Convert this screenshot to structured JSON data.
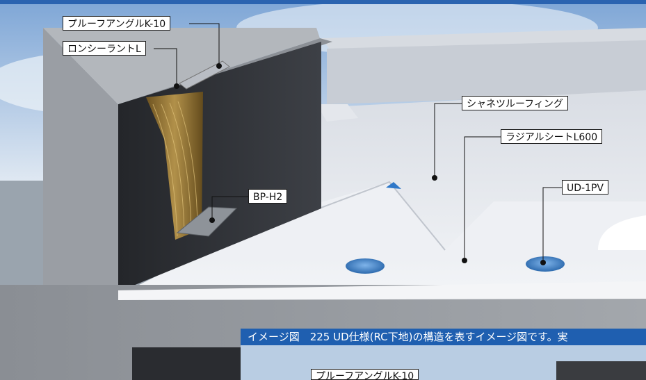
{
  "labels": {
    "proof_angle": "プルーフアングルK-10",
    "sealant": "ロンシーラントL",
    "sheet_roofing": "シャネツルーフィング",
    "radial_sheet": "ラジアルシートL600",
    "bp_h2": "BP-H2",
    "ud_1pv": "UD-1PV"
  },
  "lower_panel": {
    "caption": "イメージ図　225 UD仕様(RC下地)の構造を表すイメージ図です。実",
    "partial_label": "プルーフアングルK-10"
  },
  "colors": {
    "sky": "#a9c4e0",
    "sheet": "#e9ecf2",
    "wall_dark": "#2e3035",
    "concrete": "#8f9399",
    "accent_blue": "#2f6fb8",
    "sealant_gold": "#b08a3a",
    "caption_bg": "#1f5fb0"
  }
}
